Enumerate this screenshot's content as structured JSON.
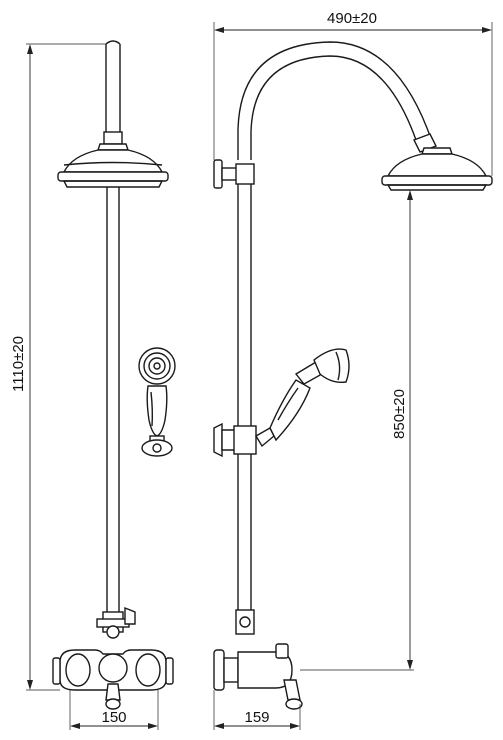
{
  "dimensions": {
    "total_height": "1110±20",
    "arm_reach": "490±20",
    "head_height": "850±20",
    "front_width": "150",
    "side_depth": "159"
  }
}
